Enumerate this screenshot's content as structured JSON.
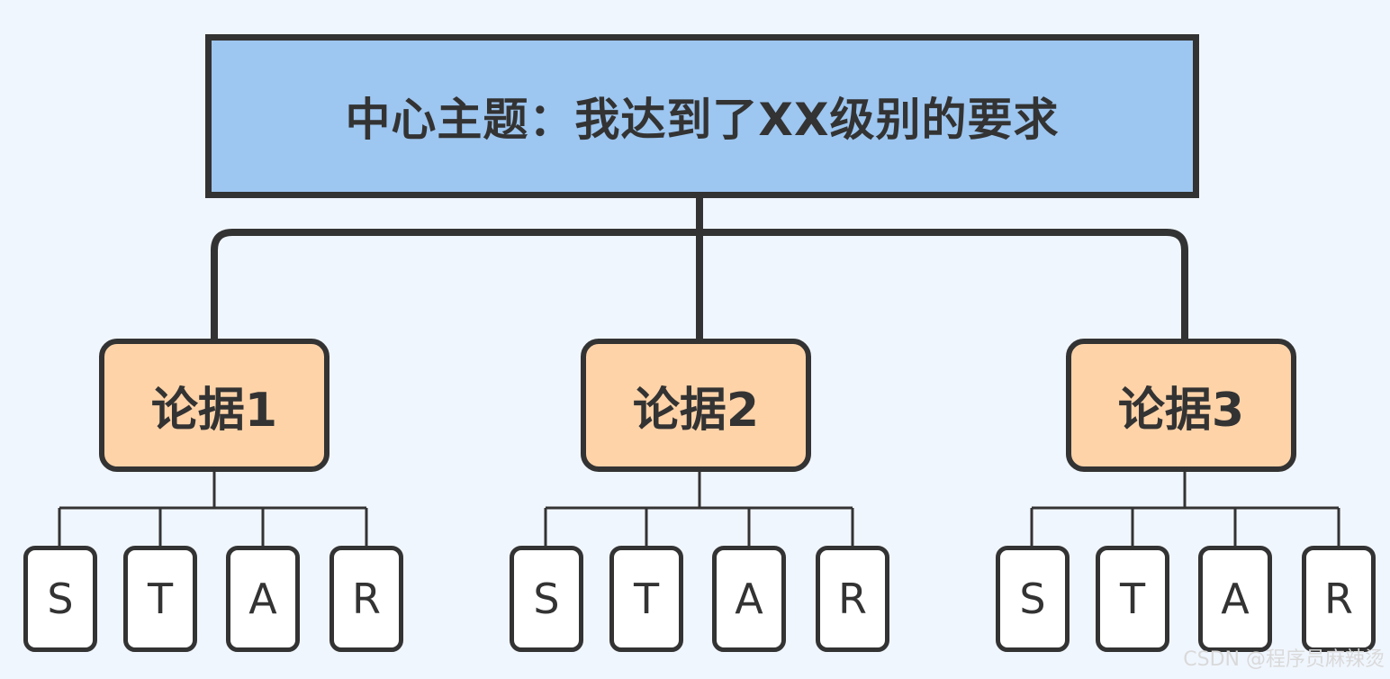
{
  "root": {
    "label": "中心主题：我达到了XX级别的要求"
  },
  "arguments": [
    {
      "label": "论据1",
      "children": [
        "S",
        "T",
        "A",
        "R"
      ]
    },
    {
      "label": "论据2",
      "children": [
        "S",
        "T",
        "A",
        "R"
      ]
    },
    {
      "label": "论据3",
      "children": [
        "S",
        "T",
        "A",
        "R"
      ]
    }
  ],
  "watermark": "CSDN @程序员麻辣烫",
  "colors": {
    "background": "#f0f6fe",
    "root_fill": "#9dc6f0",
    "argument_fill": "#fed3a8",
    "leaf_fill": "#ffffff",
    "stroke": "#333333"
  }
}
